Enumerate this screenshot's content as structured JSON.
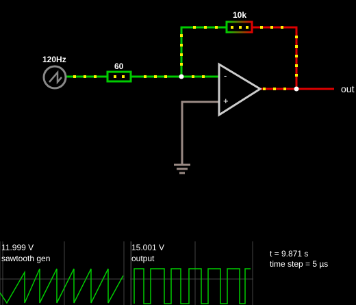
{
  "circuit": {
    "source_label": "120Hz",
    "input_resistor_label": "60",
    "feedback_resistor_label": "10k",
    "output_label": "out",
    "minus_sign": "-",
    "plus_sign": "+",
    "colors": {
      "wire_low": "#00cc00",
      "wire_high": "#dd0000",
      "wire_ground": "#9a8a84",
      "current_dot": "#ffee00",
      "component": "#cccccc",
      "node": "#ffffff"
    }
  },
  "scopes": [
    {
      "value": "11.999 V",
      "name": "sawtooth gen",
      "waveform": "sawtooth"
    },
    {
      "value": "15.001 V",
      "name": "output",
      "waveform": "square"
    }
  ],
  "sim_info": {
    "time": "t = 9.871 s",
    "time_step": "time step = 5 µs"
  }
}
